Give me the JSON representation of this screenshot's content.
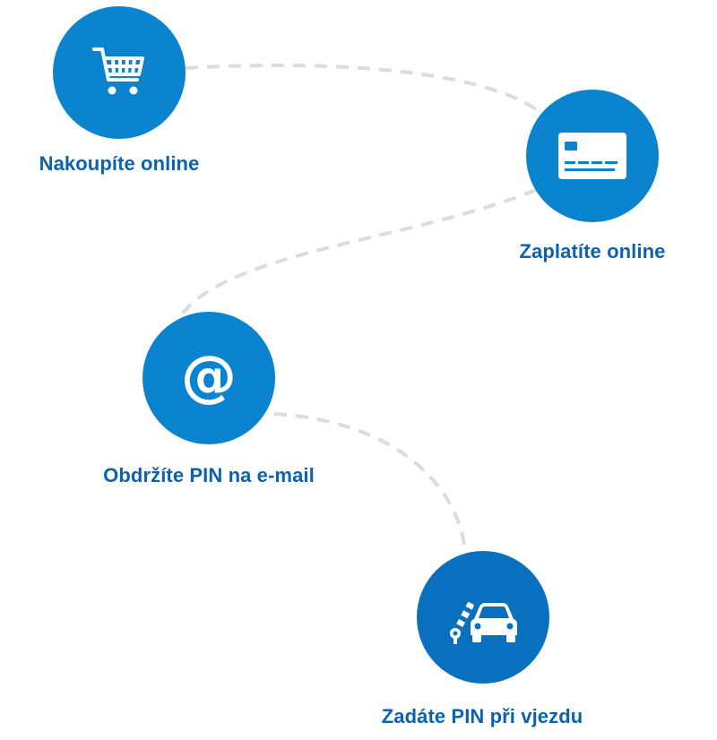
{
  "steps": [
    {
      "label": "Nakoupíte online",
      "icon": "shopping-cart-icon"
    },
    {
      "label": "Zaplatíte online",
      "icon": "credit-card-icon"
    },
    {
      "label": "Obdržíte PIN na e-mail",
      "icon": "at-sign-icon",
      "glyph": "@"
    },
    {
      "label": "Zadáte PIN při vjezdu",
      "icon": "car-barrier-icon"
    }
  ],
  "colors": {
    "circle": "#0a84cf",
    "circle_last": "#0870bf",
    "label": "#0b62b0",
    "connector": "#dcdcdc"
  }
}
